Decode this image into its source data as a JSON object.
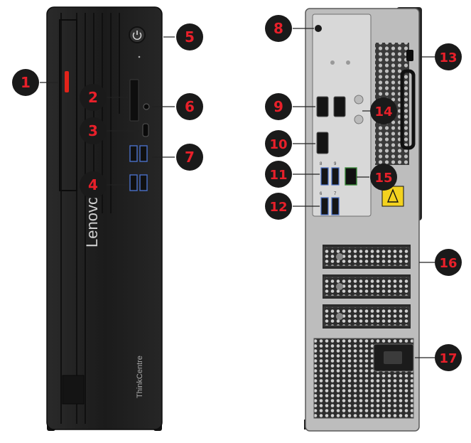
{
  "front": {
    "brand_vertical": "Lenovo",
    "model_vertical": "ThinkCentre"
  },
  "callouts": [
    {
      "n": "1"
    },
    {
      "n": "2"
    },
    {
      "n": "3"
    },
    {
      "n": "4"
    },
    {
      "n": "5"
    },
    {
      "n": "6"
    },
    {
      "n": "7"
    },
    {
      "n": "8"
    },
    {
      "n": "9"
    },
    {
      "n": "10"
    },
    {
      "n": "11"
    },
    {
      "n": "12"
    },
    {
      "n": "13"
    },
    {
      "n": "14"
    },
    {
      "n": "15"
    },
    {
      "n": "16"
    },
    {
      "n": "17"
    }
  ],
  "colors": {
    "callout_fill": "#1a1a1a",
    "callout_text": "#e8202a",
    "front_panel": "#1e1e1e",
    "rear_panel": "#b8b8b8",
    "accent_red": "#e2231a"
  },
  "rear_labels": {
    "usb_a": "8",
    "usb_b": "9",
    "usb_c": "6",
    "usb_d": "7"
  }
}
